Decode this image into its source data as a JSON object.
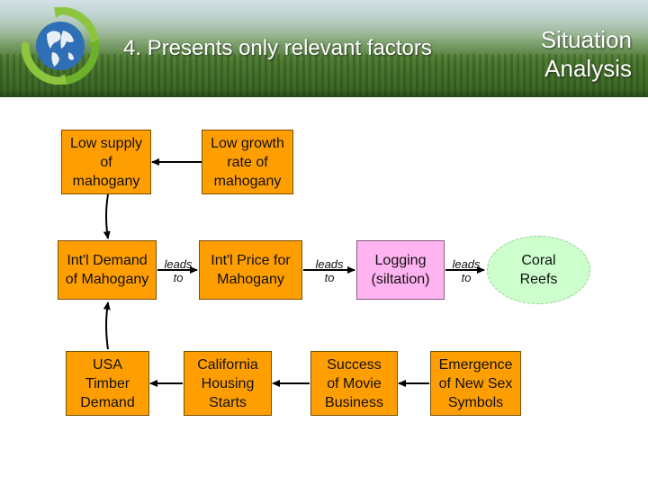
{
  "header": {
    "title": "4. Presents only relevant factors",
    "section_line1": "Situation",
    "section_line2": "Analysis"
  },
  "diagram": {
    "boxes": {
      "low_supply": "Low supply\nof\nmahogany",
      "low_growth": "Low growth\nrate of\nmahogany",
      "intl_demand": "Int'l Demand\nof Mahogany",
      "intl_price": "Int'l Price for\nMahogany",
      "logging": "Logging\n(siltation)",
      "coral_reefs": "Coral\nReefs",
      "usa_timber": "USA\nTimber\nDemand",
      "california_housing": "California\nHousing\nStarts",
      "movie_business": "Success\nof Movie\nBusiness",
      "sex_symbols": "Emergence\nof New Sex\nSymbols"
    },
    "connector_label_line1": "leads",
    "connector_label_line2": "to"
  },
  "colors": {
    "factor_box": "#ff9e00",
    "activity_box": "#ffb3f0",
    "outcome_ellipse": "#ccffcc"
  },
  "icons": [
    "recycle-globe-icon"
  ]
}
